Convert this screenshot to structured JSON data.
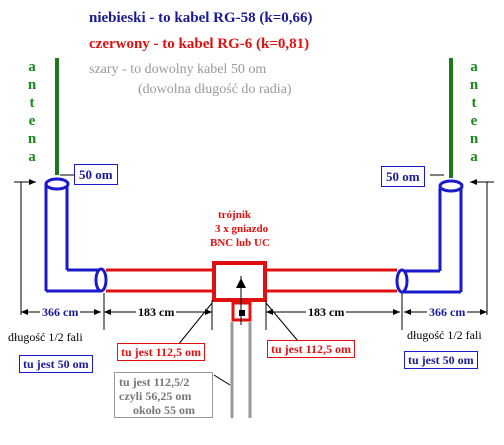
{
  "legend": {
    "blue": "niebieski - to kabel RG-58 (k=0,66)",
    "red": "czerwony - to kabel RG-6 (k=0,81)",
    "gray_line1": "szary - to dowolny kabel 50 om",
    "gray_line2": "(dowolna długość do radia)"
  },
  "antenna_label": "antena",
  "impedance_label_left": "50 om",
  "impedance_label_right": "50 om",
  "tee": {
    "line1": "trójnik",
    "line2": "3 x gniazdo",
    "line3": "BNC lub UC"
  },
  "dimensions": {
    "left_blue": "366 cm",
    "left_red": "183 cm",
    "right_red": "183 cm",
    "right_blue": "366 cm"
  },
  "half_wave_left": "długość 1/2 fali",
  "half_wave_right": "długość 1/2 fali",
  "here_50_left": "tu jest 50 om",
  "here_50_right": "tu jest 50 om",
  "here_112_left": "tu jest 112,5 om",
  "here_112_right": "tu jest 112,5 om",
  "center_note": {
    "line1": "tu jest 112,5/2",
    "line2": "czyli 56,25 om",
    "line3": "około 55 om"
  },
  "colors": {
    "blue_cable": "#1a1acc",
    "red_cable": "#e01010",
    "gray_cable": "#999999",
    "antenna": "#1a7a1a"
  }
}
